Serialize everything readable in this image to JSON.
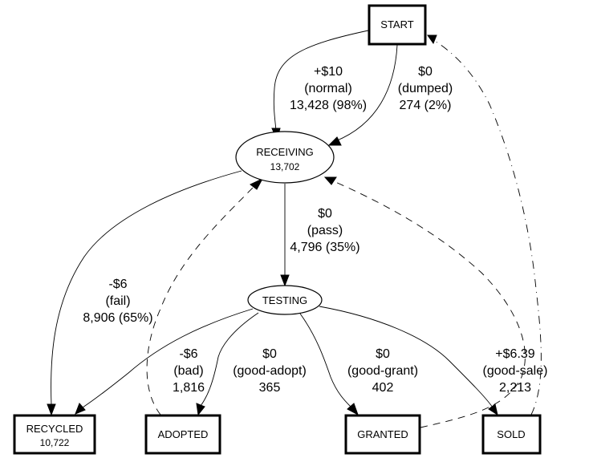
{
  "diagram": {
    "nodes": {
      "start": {
        "label": "START",
        "shape": "box"
      },
      "receiving": {
        "label": "RECEIVING",
        "count": "13,702",
        "shape": "ellipse"
      },
      "testing": {
        "label": "TESTING",
        "shape": "ellipse"
      },
      "recycled": {
        "label": "RECYCLED",
        "count": "10,722",
        "shape": "box"
      },
      "adopted": {
        "label": "ADOPTED",
        "shape": "box"
      },
      "granted": {
        "label": "GRANTED",
        "shape": "box"
      },
      "sold": {
        "label": "SOLD",
        "shape": "box"
      }
    },
    "edges": {
      "normal": {
        "from": "START",
        "to": "RECEIVING",
        "amount": "+$10",
        "name": "(normal)",
        "stats": "13,428 (98%)",
        "style": "solid"
      },
      "dumped": {
        "from": "START",
        "to": "RECEIVING",
        "amount": "$0",
        "name": "(dumped)",
        "stats": "274 (2%)",
        "style": "solid"
      },
      "pass": {
        "from": "RECEIVING",
        "to": "TESTING",
        "amount": "$0",
        "name": "(pass)",
        "stats": "4,796 (35%)",
        "style": "solid"
      },
      "fail": {
        "from": "RECEIVING",
        "to": "RECYCLED",
        "amount": "-$6",
        "name": "(fail)",
        "stats": "8,906 (65%)",
        "style": "solid"
      },
      "bad": {
        "from": "TESTING",
        "to": "RECYCLED",
        "amount": "-$6",
        "name": "(bad)",
        "stats": "1,816",
        "style": "solid"
      },
      "good_adopt": {
        "from": "TESTING",
        "to": "ADOPTED",
        "amount": "$0",
        "name": "(good-adopt)",
        "stats": "365",
        "style": "solid"
      },
      "good_grant": {
        "from": "TESTING",
        "to": "GRANTED",
        "amount": "$0",
        "name": "(good-grant)",
        "stats": "402",
        "style": "solid"
      },
      "good_sale": {
        "from": "TESTING",
        "to": "SOLD",
        "amount": "+$6.39",
        "name": "(good-sale)",
        "stats": "2,213",
        "style": "solid"
      },
      "adopted_return": {
        "from": "ADOPTED",
        "to": "RECEIVING",
        "style": "dashed"
      },
      "granted_return": {
        "from": "GRANTED",
        "to": "RECEIVING",
        "style": "dashed"
      },
      "sold_return": {
        "from": "SOLD",
        "to": "START",
        "style": "dash-dot"
      }
    }
  }
}
